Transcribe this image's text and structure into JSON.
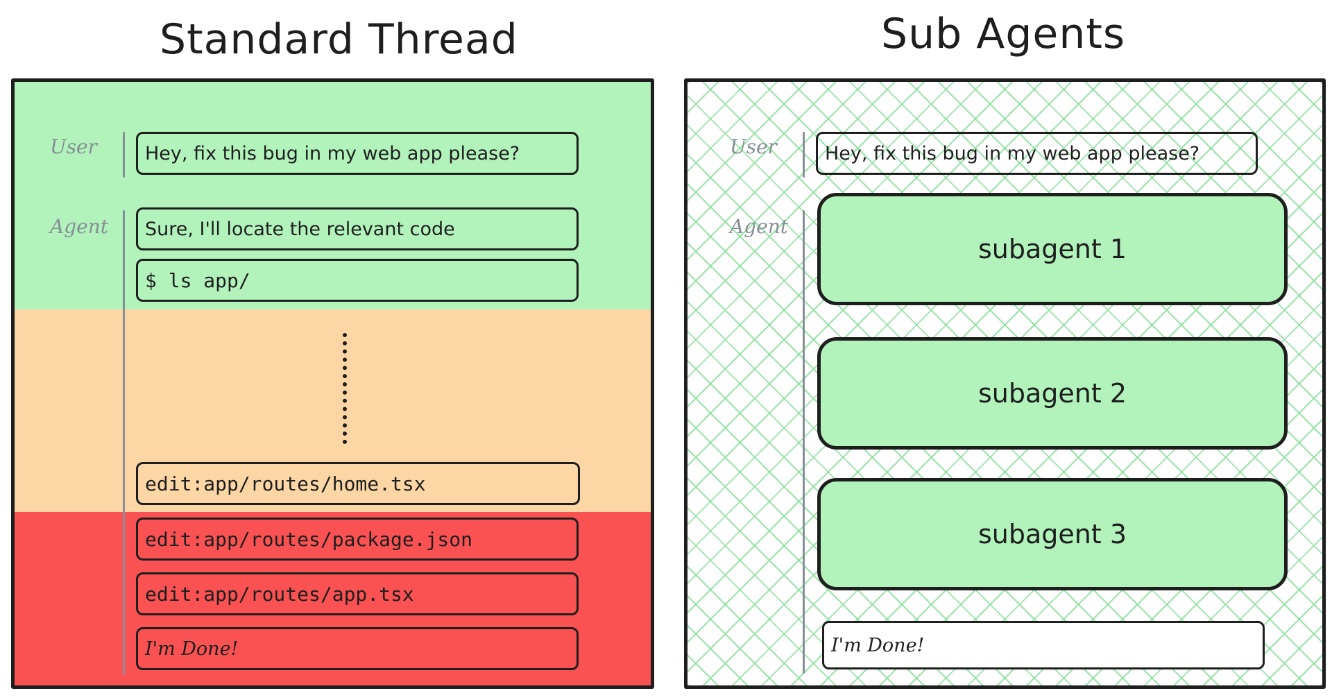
{
  "titles": {
    "standard": "Standard Thread",
    "sub_agents": "Sub Agents"
  },
  "roles": {
    "user": "User",
    "agent": "Agent"
  },
  "standard_thread": {
    "user_message": "Hey, fix this bug in my web app please?",
    "agent_messages": [
      "Sure, I'll locate the relevant code",
      "$ ls app/",
      "edit:app/routes/home.tsx",
      "edit:app/routes/package.json",
      "edit:app/routes/app.tsx",
      "I'm Done!"
    ]
  },
  "sub_agents": {
    "user_message": "Hey, fix this bug in my web app please?",
    "subagents": [
      "subagent 1",
      "subagent 2",
      "subagent 3"
    ],
    "final_message": "I'm Done!"
  },
  "colors": {
    "context_fresh": "#b2f2bb",
    "context_filling": "#fcd7a5",
    "context_overflow": "#fa5252",
    "outline": "#1e1e1e",
    "role_label": "#868e96"
  }
}
